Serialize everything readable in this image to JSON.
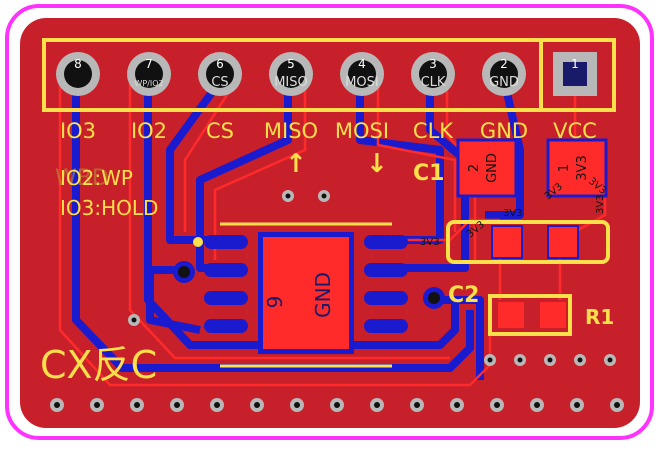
{
  "pcb": {
    "colors": {
      "outline": "#ff33ff",
      "board": "#c8202a",
      "copper_bottom": "#1a1acf",
      "copper_top_trace": "#ff2a2a",
      "silkscreen": "#ffe04a",
      "pad_grey": "#b8b8b8",
      "hole": "#111111"
    },
    "header": {
      "pins": [
        {
          "number": "8",
          "label": "",
          "name": "IO3"
        },
        {
          "number": "7",
          "label": "WP/IO2",
          "name": "IO2"
        },
        {
          "number": "6",
          "label": "CS",
          "name": "CS"
        },
        {
          "number": "5",
          "label": "MISO",
          "name": "MISO"
        },
        {
          "number": "4",
          "label": "MOSI",
          "name": "MOSI"
        },
        {
          "number": "3",
          "label": "CLK",
          "name": "CLK"
        },
        {
          "number": "2",
          "label": "GND",
          "name": "GND"
        },
        {
          "number": "1",
          "label": "3V3",
          "name": "VCC"
        }
      ]
    },
    "notes": {
      "line1": "IO2:WP",
      "line2": "IO3:HOLD",
      "ghost": "WBD"
    },
    "arrows": {
      "up": "↑",
      "down": "↓"
    },
    "chip": {
      "pad_number": "9",
      "pad_net": "GND"
    },
    "components": {
      "c1": {
        "label": "C1",
        "pad2_number": "2",
        "pad2_net": "GND",
        "pad1_number": "1",
        "pad1_net": "3V3"
      },
      "c2": {
        "label": "C2"
      },
      "r1": {
        "label": "R1"
      }
    },
    "net_labels": [
      "3V3",
      "3V3",
      "3V3",
      "3V3",
      "3V3",
      "3V3"
    ],
    "logo": "CX反C"
  }
}
